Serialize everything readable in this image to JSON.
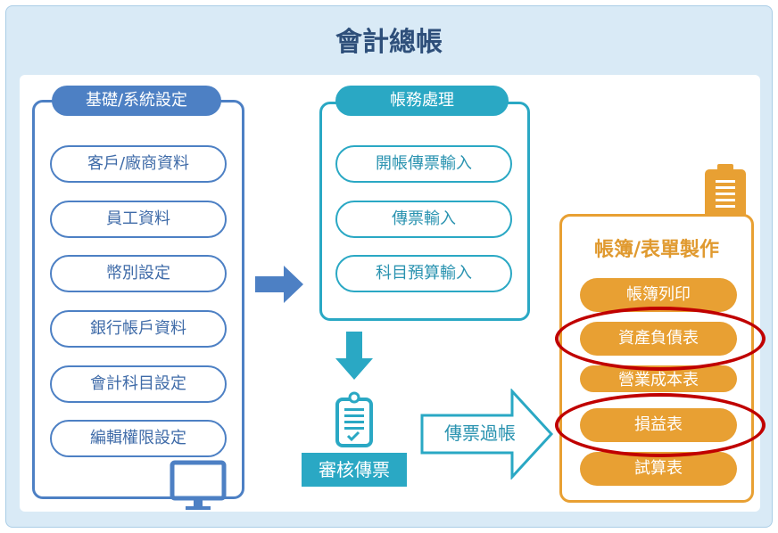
{
  "title": "會計總帳",
  "setup": {
    "header": "基礎/系統設定",
    "items": [
      "客戶/廠商資料",
      "員工資料",
      "幣別設定",
      "銀行帳戶資料",
      "會計科目設定",
      "編輯權限設定"
    ]
  },
  "accounting": {
    "header": "帳務處理",
    "items": [
      "開帳傳票輸入",
      "傳票輸入",
      "科目預算輸入"
    ]
  },
  "review": {
    "label": "審核傳票"
  },
  "posting": {
    "label": "傳票過帳"
  },
  "reports": {
    "header": "帳簿/表單製作",
    "items": [
      "帳簿列印",
      "資產負債表",
      "營業成本表",
      "損益表",
      "試算表"
    ]
  },
  "colors": {
    "blue": "#4d80c4",
    "teal": "#2aa8c4",
    "orange": "#e8a033",
    "highlight": "#c00000"
  }
}
